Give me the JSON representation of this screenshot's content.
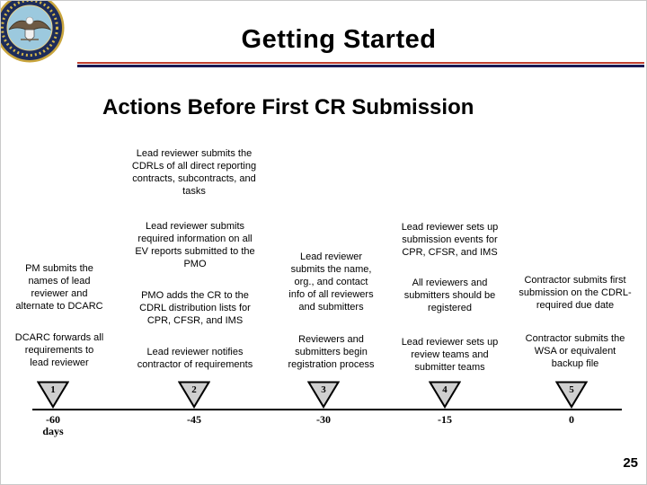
{
  "page": {
    "title": "Getting Started",
    "page_number": "25"
  },
  "subtitle": "Actions Before First CR Submission",
  "intro": "Lead reviewer submits the\nCDRLs of all direct reporting\ncontracts, subcontracts, and\ntasks",
  "columns": [
    {
      "items": [
        "PM submits the\nnames of lead\nreviewer and\nalternate to DCARC",
        "DCARC forwards all\nrequirements to\nlead reviewer"
      ]
    },
    {
      "items": [
        "Lead reviewer submits\nrequired information on all\nEV reports submitted to the\nPMO",
        "PMO adds the CR to the\nCDRL distribution lists for\nCPR, CFSR, and IMS",
        "Lead reviewer notifies\ncontractor of requirements"
      ]
    },
    {
      "items": [
        "Lead reviewer\nsubmits the name,\norg., and contact\ninfo of all reviewers\nand submitters",
        "Reviewers and\nsubmitters begin\nregistration process"
      ]
    },
    {
      "items": [
        "Lead reviewer sets up\nsubmission events for\nCPR, CFSR, and IMS",
        "All reviewers and\nsubmitters should be\nregistered",
        "Lead reviewer sets up\nreview teams and\nsubmitter teams"
      ]
    },
    {
      "items": [
        "Contractor submits first\nsubmission on the CDRL-\nrequired due date",
        "Contractor submits the\nWSA or equivalent\nbackup file"
      ]
    }
  ],
  "timeline": {
    "markers": [
      {
        "num": "1",
        "label": "-60",
        "sublabel": "days"
      },
      {
        "num": "2",
        "label": "-45"
      },
      {
        "num": "3",
        "label": "-30"
      },
      {
        "num": "4",
        "label": "-15"
      },
      {
        "num": "5",
        "label": "0"
      }
    ]
  },
  "logo": {
    "name": "department-of-defense-seal"
  },
  "colors": {
    "divider_red": "#C0402F",
    "divider_navy": "#191954",
    "triangle_fill": "#CFCFCF",
    "seal_navy": "#1D2C5A",
    "seal_light_blue": "#9CC9DE",
    "seal_gold": "#C9A53D"
  }
}
